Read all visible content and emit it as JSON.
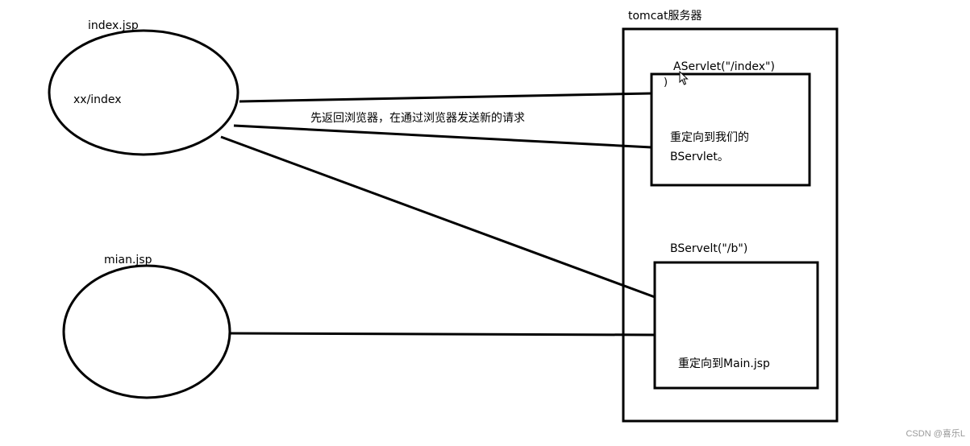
{
  "labels": {
    "index_title": "index.jsp",
    "index_url": "xx/index",
    "mian_title": "mian.jsp",
    "tomcat_title": "tomcat服务器",
    "aservlet_title": "AServlet(\"/index\")",
    "aservlet_stray": ")",
    "aservlet_body_1": "重定向到我们的",
    "aservlet_body_2": "BServlet。",
    "bservlet_title": "BServelt(\"/b\")",
    "bservlet_body": "重定向到Main.jsp",
    "arrow_note": "先返回浏览器，在通过浏览器发送新的请求"
  },
  "watermark": "CSDN @喜乐L",
  "colors": {
    "stroke": "#000000",
    "background": "#ffffff",
    "watermark": "#9a9a9a"
  }
}
